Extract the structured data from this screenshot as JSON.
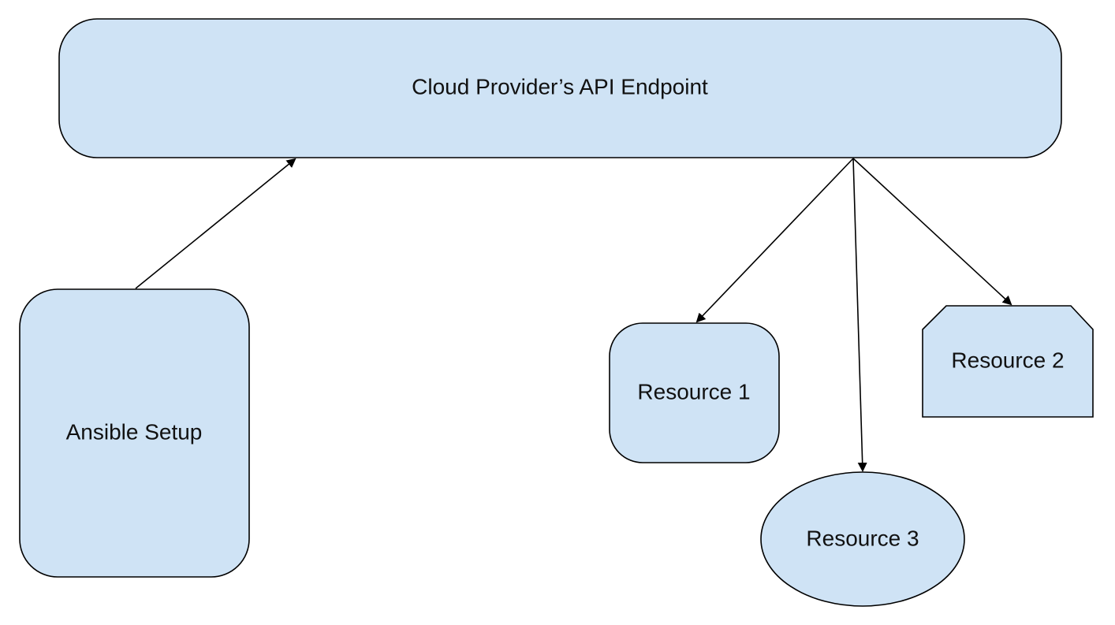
{
  "colors": {
    "node_fill": "#cfe3f5",
    "stroke": "#000000",
    "text": "#111111",
    "background": "#ffffff"
  },
  "nodes": {
    "api": {
      "label": "Cloud Provider’s API Endpoint"
    },
    "ansible": {
      "label": "Ansible Setup"
    },
    "resource1": {
      "label": "Resource 1"
    },
    "resource2": {
      "label": "Resource 2"
    },
    "resource3": {
      "label": "Resource 3"
    }
  },
  "edges": [
    {
      "from": "ansible",
      "to": "api"
    },
    {
      "from": "api",
      "to": "resource1"
    },
    {
      "from": "api",
      "to": "resource3"
    },
    {
      "from": "api",
      "to": "resource2"
    }
  ]
}
